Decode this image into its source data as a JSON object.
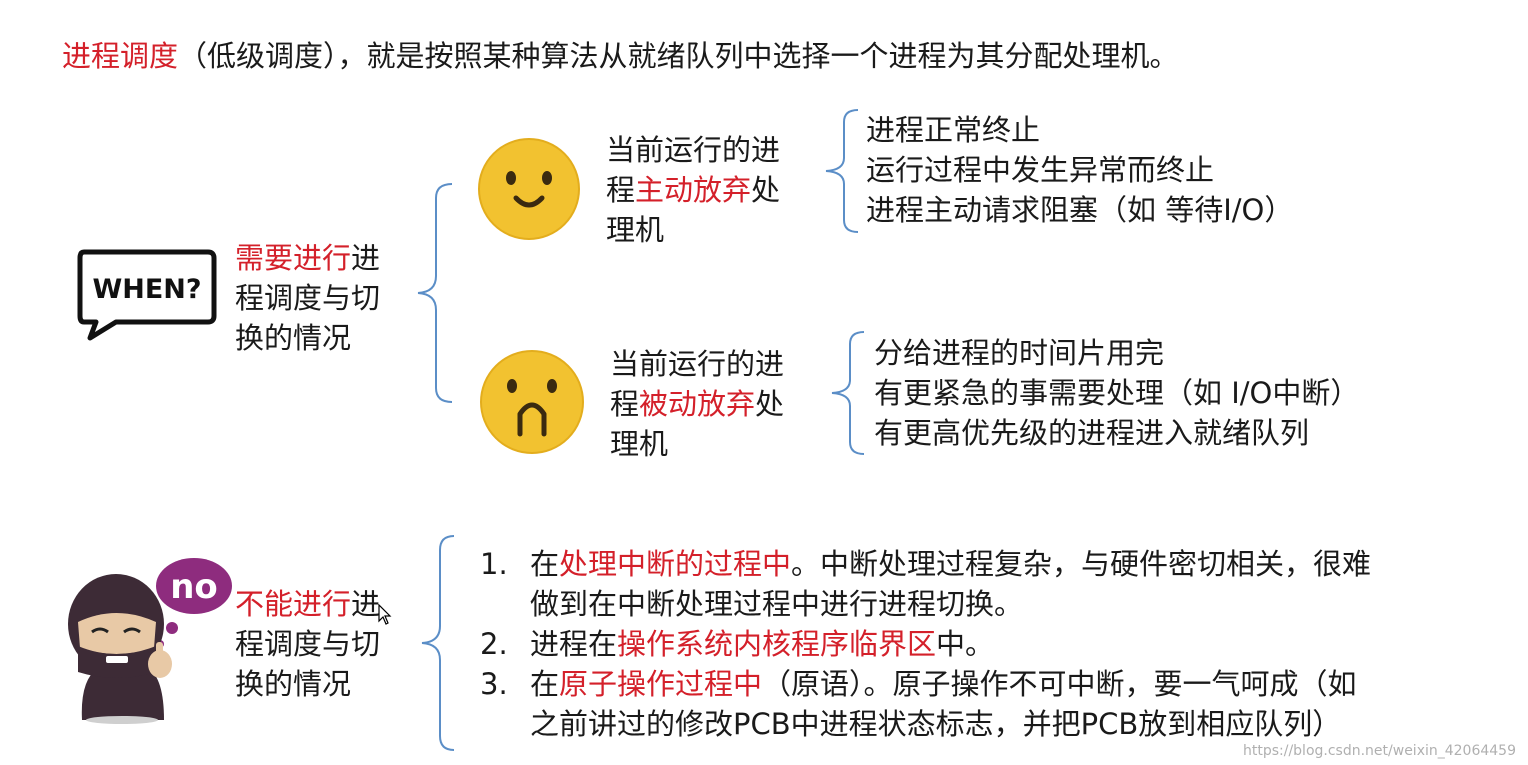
{
  "title": {
    "prefix_red": "进程调度",
    "rest": "（低级调度），就是按照某种算法从就绪队列中选择一个进程为其分配处理机。"
  },
  "when_section": {
    "badge_text": "WHEN?",
    "heading": {
      "line1_red": "需要进行",
      "line1_rest": "进",
      "line2": "程调度与切",
      "line3": "换的情况"
    },
    "active": {
      "line1": "当前运行的进",
      "line2_pre": "程",
      "line2_red": "主动放弃",
      "line2_post": "处",
      "line3": "理机",
      "items": [
        "进程正常终止",
        "运行过程中发生异常而终止",
        "进程主动请求阻塞（如 等待I/O）"
      ]
    },
    "passive": {
      "line1": "当前运行的进",
      "line2_pre": "程",
      "line2_red": "被动放弃",
      "line2_post": "处",
      "line3": "理机",
      "items": [
        "分给进程的时间片用完",
        "有更紧急的事需要处理（如 I/O中断）",
        "有更高优先级的进程进入就绪队列"
      ]
    }
  },
  "cannot_section": {
    "bubble_text": "no",
    "heading": {
      "line1_red": "不能进行",
      "line1_rest": "进",
      "line2": "程调度与切",
      "line3": "换的情况"
    },
    "items": [
      {
        "num": "1.",
        "pre": "在",
        "red": "处理中断的过程中",
        "post": "。中断处理过程复杂，与硬件密切相关，很难",
        "cont": "做到在中断处理过程中进行进程切换。"
      },
      {
        "num": "2.",
        "pre": "进程在",
        "red": "操作系统内核程序临界区",
        "post": "中。",
        "cont": ""
      },
      {
        "num": "3.",
        "pre": "在",
        "red": "原子操作过程中",
        "post": "（原语）。原子操作不可中断，要一气呵成（如",
        "cont": "之前讲过的修改PCB中进程状态标志，并把PCB放到相应队列）"
      }
    ]
  },
  "watermark": "https://blog.csdn.net/weixin_42064459",
  "colors": {
    "accent_red": "#d4202a",
    "brace_blue": "#5b8ec7",
    "emoji_yellow": "#f2c230",
    "bubble_purple": "#8e2c7e"
  }
}
